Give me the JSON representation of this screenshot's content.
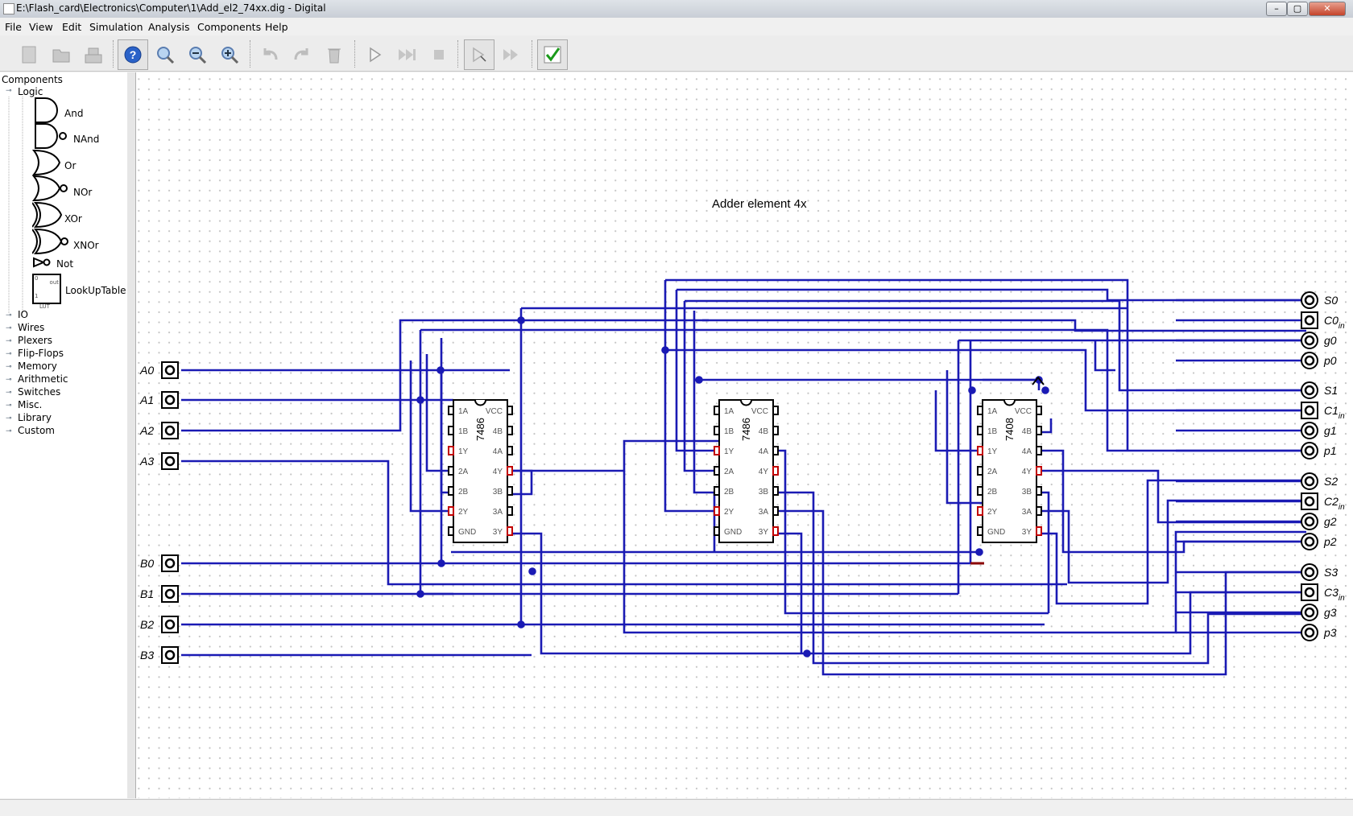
{
  "window": {
    "title": "E:\\Flash_card\\Electronics\\Computer\\1\\Add_el2_74xx.dig - Digital"
  },
  "menubar": [
    "File",
    "View",
    "Edit",
    "Simulation",
    "Analysis",
    "Components",
    "Help"
  ],
  "toolbar": {
    "buttons": [
      "new-file-icon",
      "open-folder-icon",
      "save-icon",
      "help-icon",
      "zoom-fit-icon",
      "zoom-out-icon",
      "zoom-in-icon",
      "undo-icon",
      "redo-icon",
      "delete-icon",
      "play-icon",
      "fast-forward-icon",
      "stop-icon",
      "single-step-icon",
      "run-to-break-icon",
      "verify-tests-icon"
    ]
  },
  "sidebar": {
    "root": "Components",
    "logic_group": "Logic",
    "logic_items": [
      "And",
      "NAnd",
      "Or",
      "NOr",
      "XOr",
      "XNOr",
      "Not",
      "LookUpTable"
    ],
    "lut_tiny": {
      "out": "out",
      "lut": "LUT",
      "in0": "0",
      "in1": "1"
    },
    "groups": [
      "IO",
      "Wires",
      "Plexers",
      "Flip-Flops",
      "Memory",
      "Arithmetic",
      "Switches",
      "Misc.",
      "Library",
      "Custom"
    ]
  },
  "circuit": {
    "title": "Adder  element  4x",
    "inputs": [
      "A0",
      "A1",
      "A2",
      "A3",
      "B0",
      "B1",
      "B2",
      "B3"
    ],
    "outputs": [
      {
        "name": "S0",
        "sub": ""
      },
      {
        "name": "C0",
        "sub": "in"
      },
      {
        "name": "g0",
        "sub": ""
      },
      {
        "name": "p0",
        "sub": ""
      },
      {
        "name": "S1",
        "sub": ""
      },
      {
        "name": "C1",
        "sub": "in"
      },
      {
        "name": "g1",
        "sub": ""
      },
      {
        "name": "p1",
        "sub": ""
      },
      {
        "name": "S2",
        "sub": ""
      },
      {
        "name": "C2",
        "sub": "in"
      },
      {
        "name": "g2",
        "sub": ""
      },
      {
        "name": "p2",
        "sub": ""
      },
      {
        "name": "S3",
        "sub": ""
      },
      {
        "name": "C3",
        "sub": "in"
      },
      {
        "name": "g3",
        "sub": ""
      },
      {
        "name": "p3",
        "sub": ""
      }
    ],
    "chips": [
      "7486",
      "7486",
      "7408"
    ],
    "pins_left": [
      "1A",
      "1B",
      "1Y",
      "2A",
      "2B",
      "2Y",
      "GND"
    ],
    "pins_right": [
      "VCC",
      "4B",
      "4A",
      "4Y",
      "3B",
      "3A",
      "3Y"
    ]
  },
  "colors": {
    "wire": "#1a1ab4",
    "pin_red": "#c00000",
    "dot_grid": "#c4c4c4"
  }
}
